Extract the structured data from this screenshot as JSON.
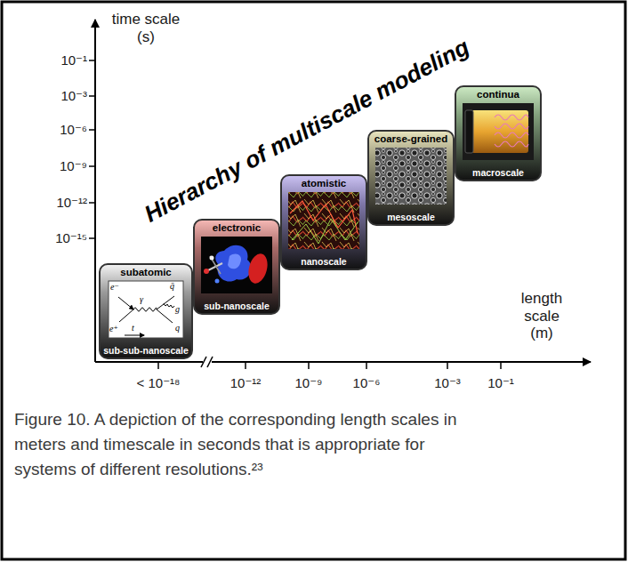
{
  "diagram": {
    "title": "Hierarchy of multiscale modeling",
    "caption": "Figure 10. A depiction of the corresponding length scales in meters and timescale in seconds that is appropriate for systems of different resolutions.²³",
    "nodes": [
      {
        "text": [
          "subatomic",
          "sub-sub-nanoscale"
        ]
      },
      {
        "text": [
          "electronic",
          "sub-nanoscale"
        ]
      },
      {
        "text": [
          "atomistic",
          "nanoscale"
        ]
      },
      {
        "text": [
          "coarse-grained",
          "mesoscale"
        ]
      },
      {
        "text": [
          "continua",
          "macroscale"
        ]
      }
    ],
    "labels": [
      "time scale (s)",
      "10⁻¹",
      "10⁻³",
      "10⁻⁶",
      "10⁻⁹",
      "10⁻¹²",
      "10⁻¹⁵",
      "length scale (m)",
      "< 10⁻¹⁸",
      "10⁻¹²",
      "10⁻⁹",
      "10⁻⁶",
      "10⁻³",
      "10⁻¹",
      "e⁻",
      "γ",
      "q̄",
      "g",
      "e⁺",
      "t",
      "q"
    ]
  }
}
